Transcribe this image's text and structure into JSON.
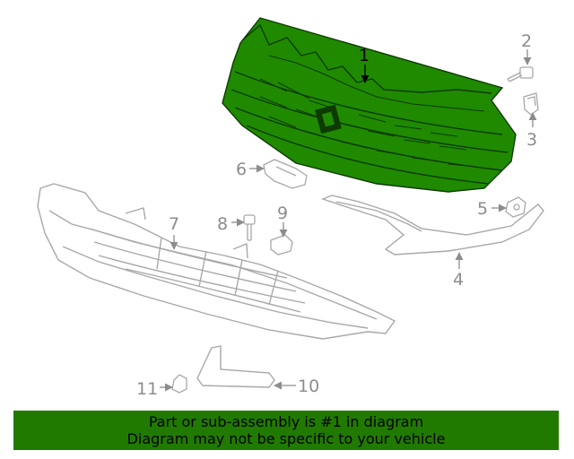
{
  "colors": {
    "highlight": "#1f8a00",
    "highlight_dark": "#0e3a00",
    "outline": "#a8a8a8",
    "footer_bg": "#217a00"
  },
  "callouts": [
    "1",
    "2",
    "3",
    "4",
    "5",
    "6",
    "7",
    "8",
    "9",
    "10",
    "11"
  ],
  "footer": {
    "line1": "Part or sub-assembly is #1 in diagram",
    "line2": "Diagram may not be specific to your vehicle"
  }
}
